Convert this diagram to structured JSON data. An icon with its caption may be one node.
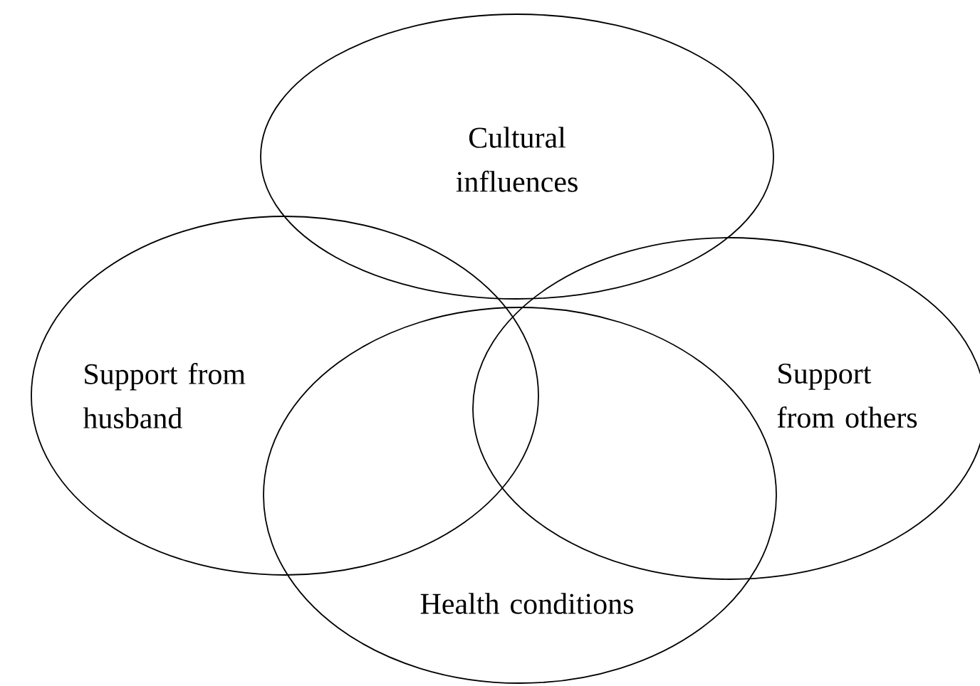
{
  "diagram": {
    "nodes": [
      {
        "text": [
          "Cultural influences"
        ]
      },
      {
        "text": [
          "Support from husband"
        ]
      },
      {
        "text": [
          "Support from others"
        ]
      },
      {
        "text": [
          "Health conditions"
        ]
      }
    ]
  }
}
